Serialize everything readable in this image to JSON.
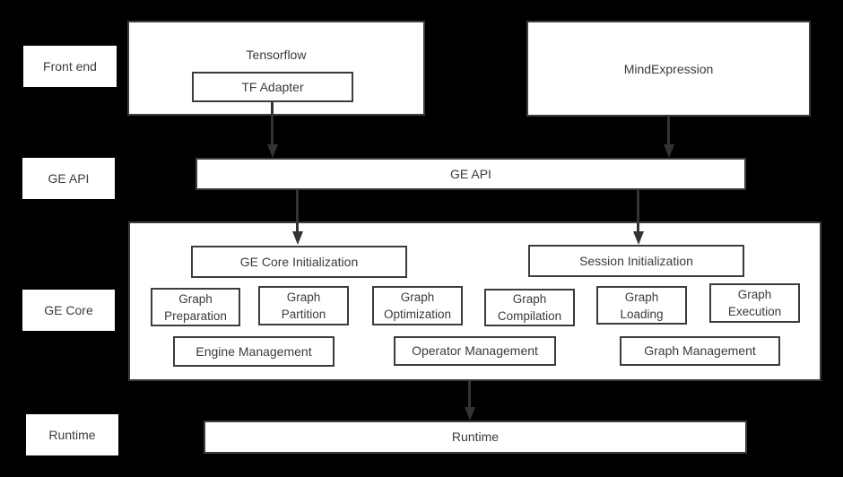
{
  "colors": {
    "background": "#000000",
    "box_fill": "#ffffff",
    "box_border": "#3c3c3c",
    "text": "#3b3b3b",
    "arrow": "#333333"
  },
  "diagram": {
    "row_labels": [
      {
        "label": "Front end"
      },
      {
        "label": "GE API"
      },
      {
        "label": "GE Core"
      },
      {
        "label": "Runtime"
      }
    ],
    "frontend": {
      "tensorflow_title": "Tensorflow",
      "tf_adapter_label": "TF Adapter",
      "mindexpression_title": "MindExpression"
    },
    "ge_api_label": "GE API",
    "ge_core": {
      "init": [
        {
          "label": "GE Core Initialization"
        },
        {
          "label": "Session Initialization"
        }
      ],
      "stages": [
        {
          "label": "Graph\nPreparation"
        },
        {
          "label": "Graph\nPartition"
        },
        {
          "label": "Graph\nOptimization"
        },
        {
          "label": "Graph\nCompilation"
        },
        {
          "label": "Graph\nLoading"
        },
        {
          "label": "Graph\nExecution"
        }
      ],
      "management": [
        {
          "label": "Engine Management"
        },
        {
          "label": "Operator Management"
        },
        {
          "label": "Graph Management"
        }
      ]
    },
    "runtime_label": "Runtime"
  }
}
